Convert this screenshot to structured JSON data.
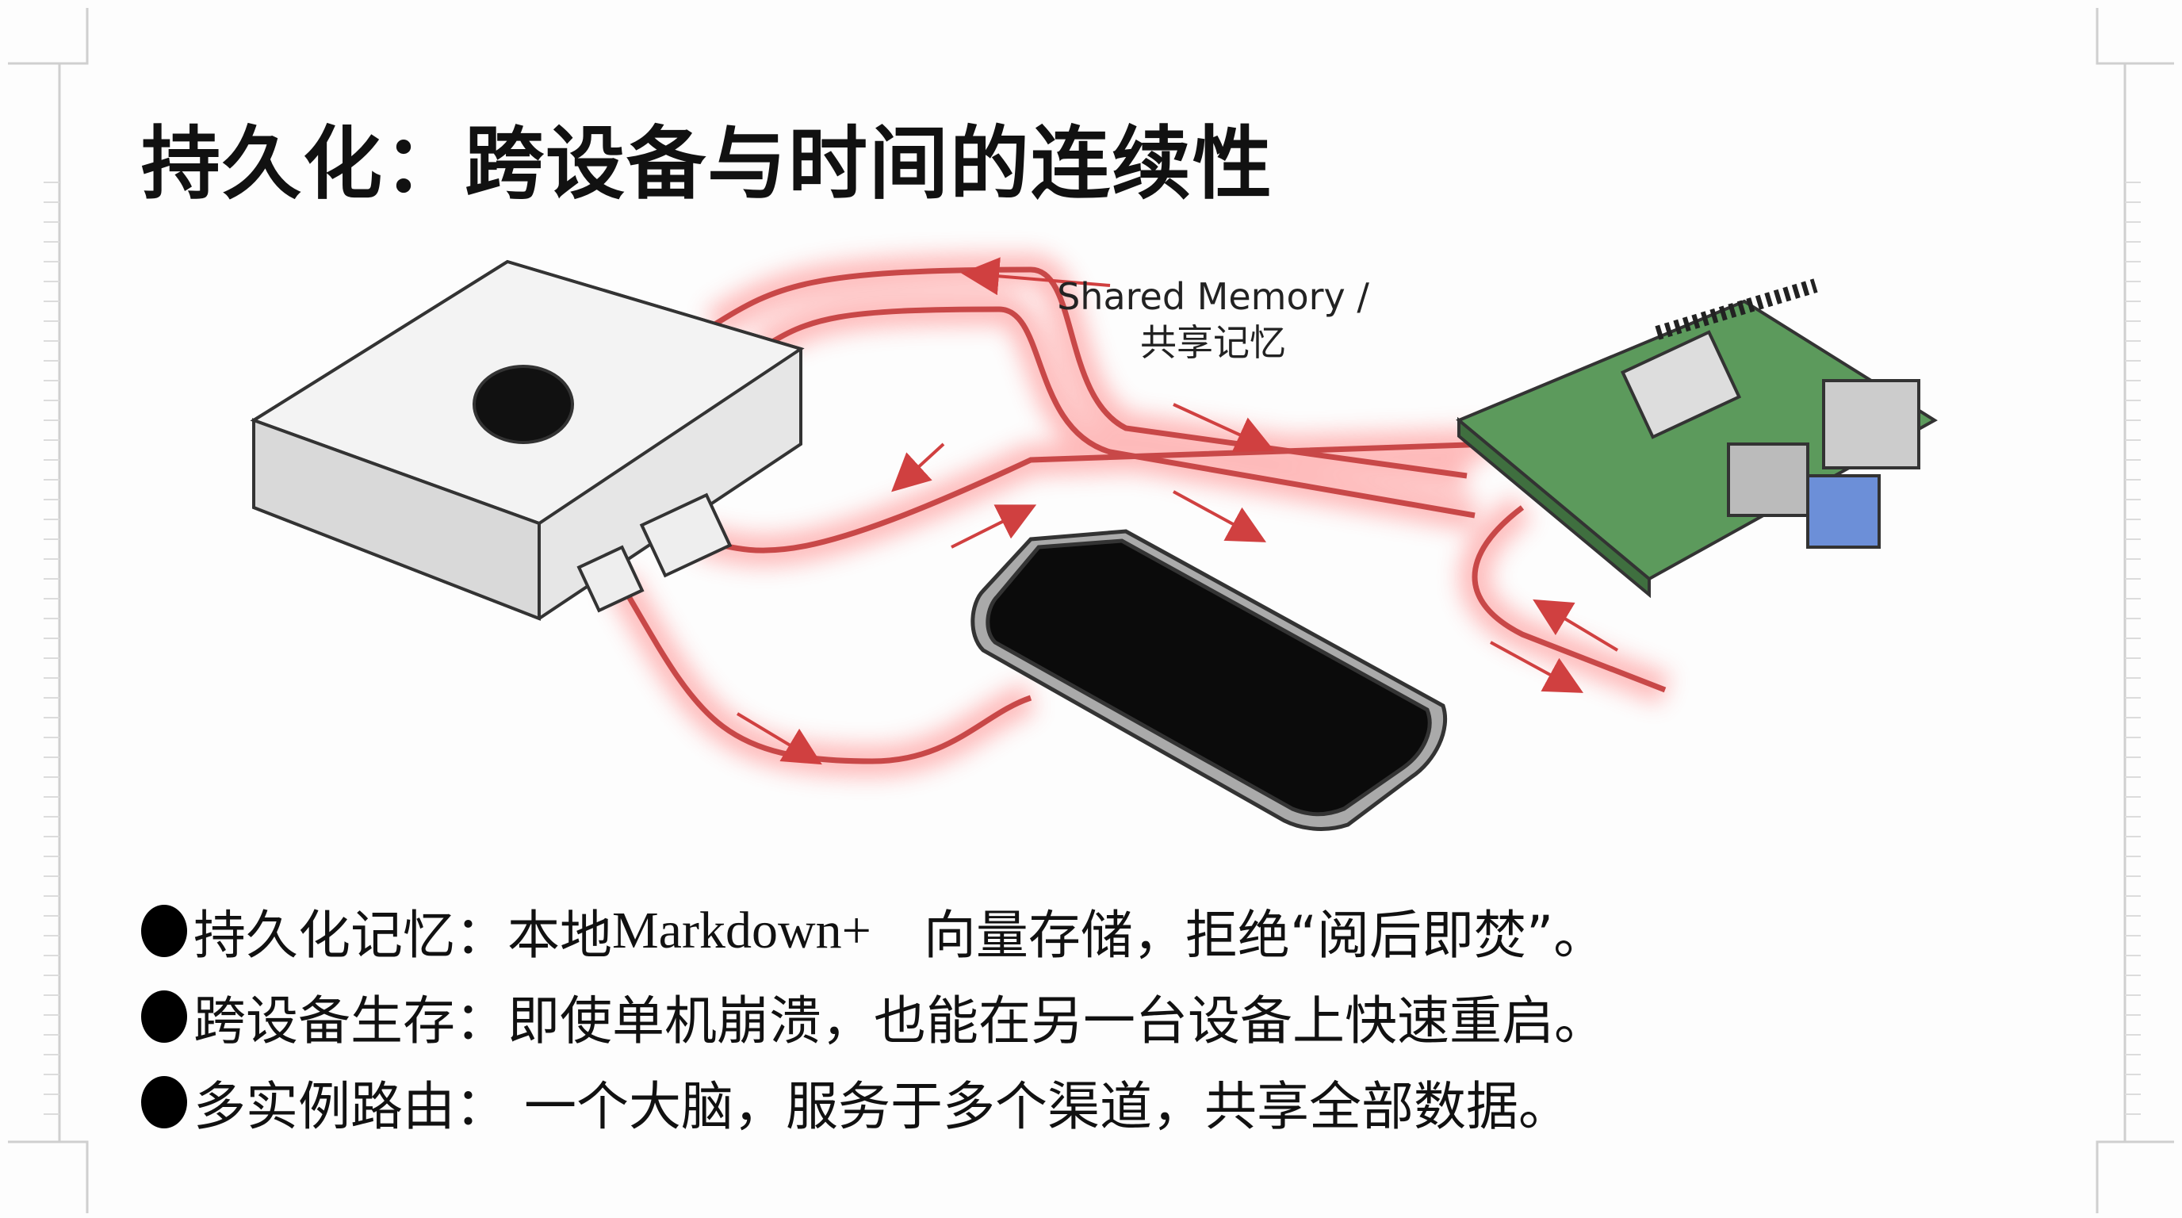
{
  "title": "持久化：跨设备与时间的连续性",
  "illustration": {
    "label_line1": "Shared Memory /",
    "label_line2": "共享记忆",
    "devices": [
      "mac-mini",
      "smartphone",
      "raspberry-pi"
    ],
    "cable_glow_color": "#e83a3a"
  },
  "bullets": [
    {
      "prefix": "持久化记忆：本地 ",
      "mono": "Markdown+",
      "suffix": "　向量存储，拒绝“阅后即焚”。"
    },
    {
      "prefix": "跨设备生存：即使单机崩溃，也能在另一台设备上快速重启。",
      "mono": "",
      "suffix": ""
    },
    {
      "prefix": " 多实例路由： 一个大脑，服务于多个渠道，共享全部数据。",
      "mono": "",
      "suffix": ""
    }
  ]
}
